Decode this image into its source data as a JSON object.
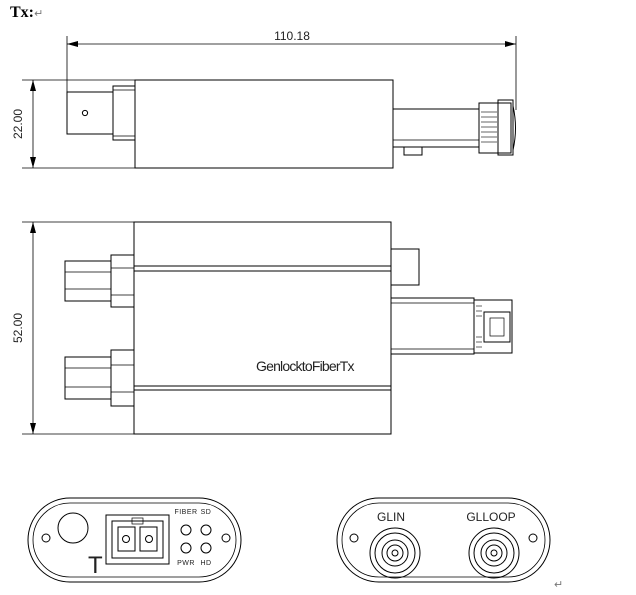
{
  "heading": {
    "label": "Tx:",
    "return_mark": "↵"
  },
  "dimensions": {
    "length": "110.18",
    "side_height": "22.00",
    "top_width": "52.00"
  },
  "top_view": {
    "label": "GenlocktoFiberTx"
  },
  "panel_left": {
    "fiber_label": "FIBER",
    "sd_label": "SD",
    "pwr_label": "PWR",
    "hd_label": "HD",
    "side_letter": "T"
  },
  "panel_right": {
    "in_label": "GLIN",
    "loop_label": "GLLOOP"
  },
  "end_mark": "↵"
}
